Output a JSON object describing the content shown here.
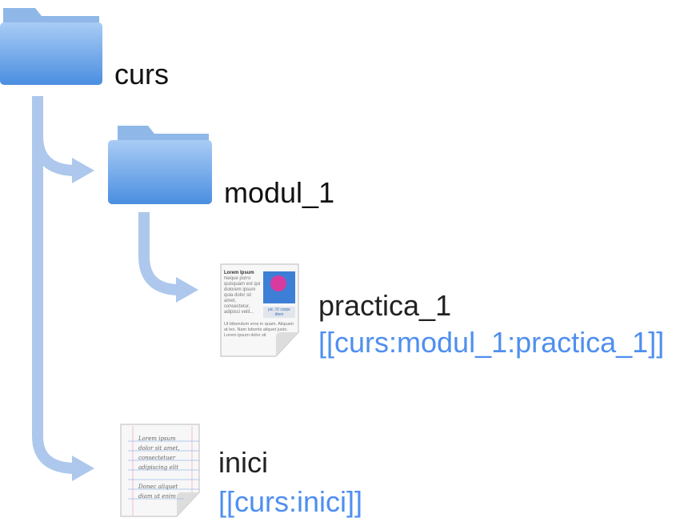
{
  "nodes": {
    "curs": {
      "label": "curs"
    },
    "modul_1": {
      "label": "modul_1"
    },
    "practica_1": {
      "label": "practica_1",
      "link": "[[curs:modul_1:practica_1]]",
      "icon_text": {
        "title": "Lorem Ipsum",
        "body": "Neque porro quisquam est qui dolorem ipsum quia dolor sit amet, consectetur, adipisci velit...",
        "caption": "pic. IV carpe diem",
        "footer": "Ut bibendum eros in quam. Aliquam at leo. Nam lobortis aliquet justo. Lorem ipsum dolor sit"
      }
    },
    "inici": {
      "label": "inici",
      "link": "[[curs:inici]]",
      "icon_text": {
        "lines": [
          "Lorem ipsum",
          "dolor sit amet,",
          "consectetuer",
          "adipiscing elit",
          "Donec aliquet",
          "diam ut enim"
        ]
      }
    }
  },
  "colors": {
    "arrow": "#adc8ec",
    "link": "#4f8fef",
    "folder": "#6aa6ea"
  }
}
